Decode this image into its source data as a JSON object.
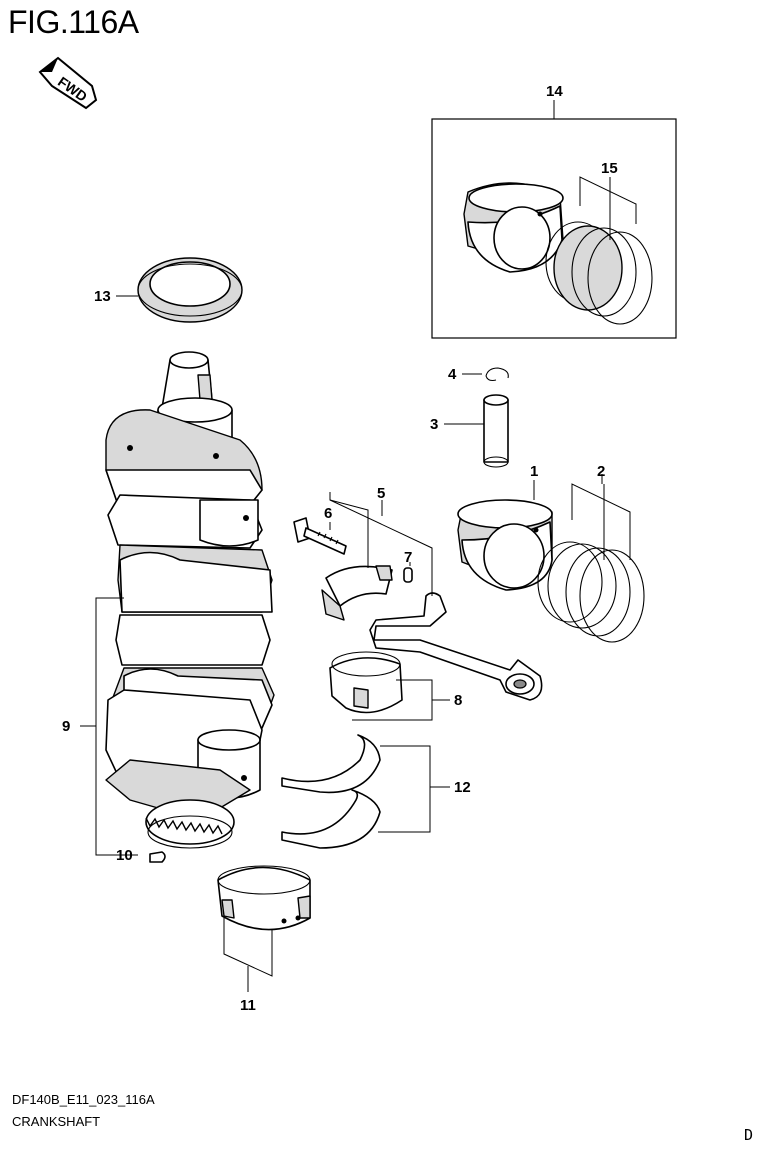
{
  "figure": {
    "title": "FIG.116A",
    "fwd_label": "FWD"
  },
  "footer": {
    "drawing_code": "DF140B_E11_023_116A",
    "section_name": "CRANKSHAFT",
    "page_letter": "D"
  },
  "callouts": {
    "c1": "1",
    "c2": "2",
    "c3": "3",
    "c4": "4",
    "c5": "5",
    "c6": "6",
    "c7": "7",
    "c8": "8",
    "c9": "9",
    "c10": "10",
    "c11": "11",
    "c12": "12",
    "c13": "13",
    "c14": "14",
    "c15": "15"
  }
}
